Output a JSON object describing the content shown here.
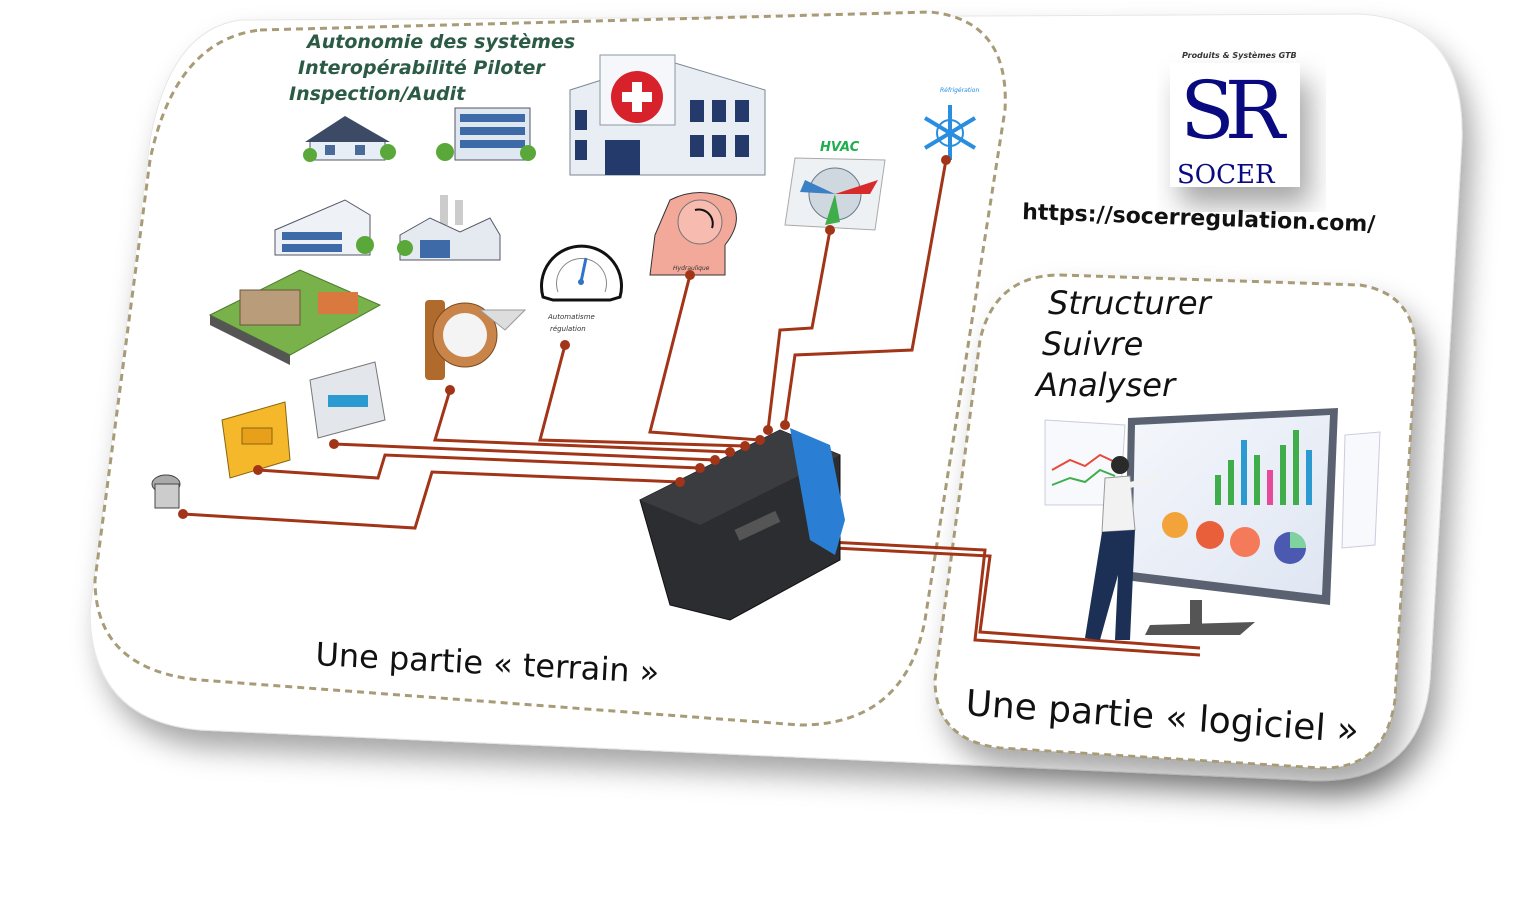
{
  "left_panel": {
    "headline": [
      "Autonomie des systèmes",
      "Interopérabilité Piloter",
      "Inspection/Audit"
    ],
    "caption": "Une partie « terrain »",
    "labels": {
      "hvac": "HVAC",
      "refrigeration": "Réfrigération",
      "automation": [
        "Automatisme",
        "régulation"
      ],
      "hydraulic": "Hydraulique"
    }
  },
  "right_panel": {
    "actions": [
      "Structurer",
      "Suivre",
      "Analyser"
    ],
    "caption": "Une partie « logiciel »"
  },
  "brand": {
    "tagline": "Produits & Systèmes GTB",
    "logo_letters": "SR",
    "name": "SOCER",
    "url": "https://socerregulation.com/"
  },
  "colors": {
    "wire": "#a23418",
    "logo": "#0a0a80",
    "headline": "#1f4d3a",
    "panel_border": "#a89b78"
  }
}
